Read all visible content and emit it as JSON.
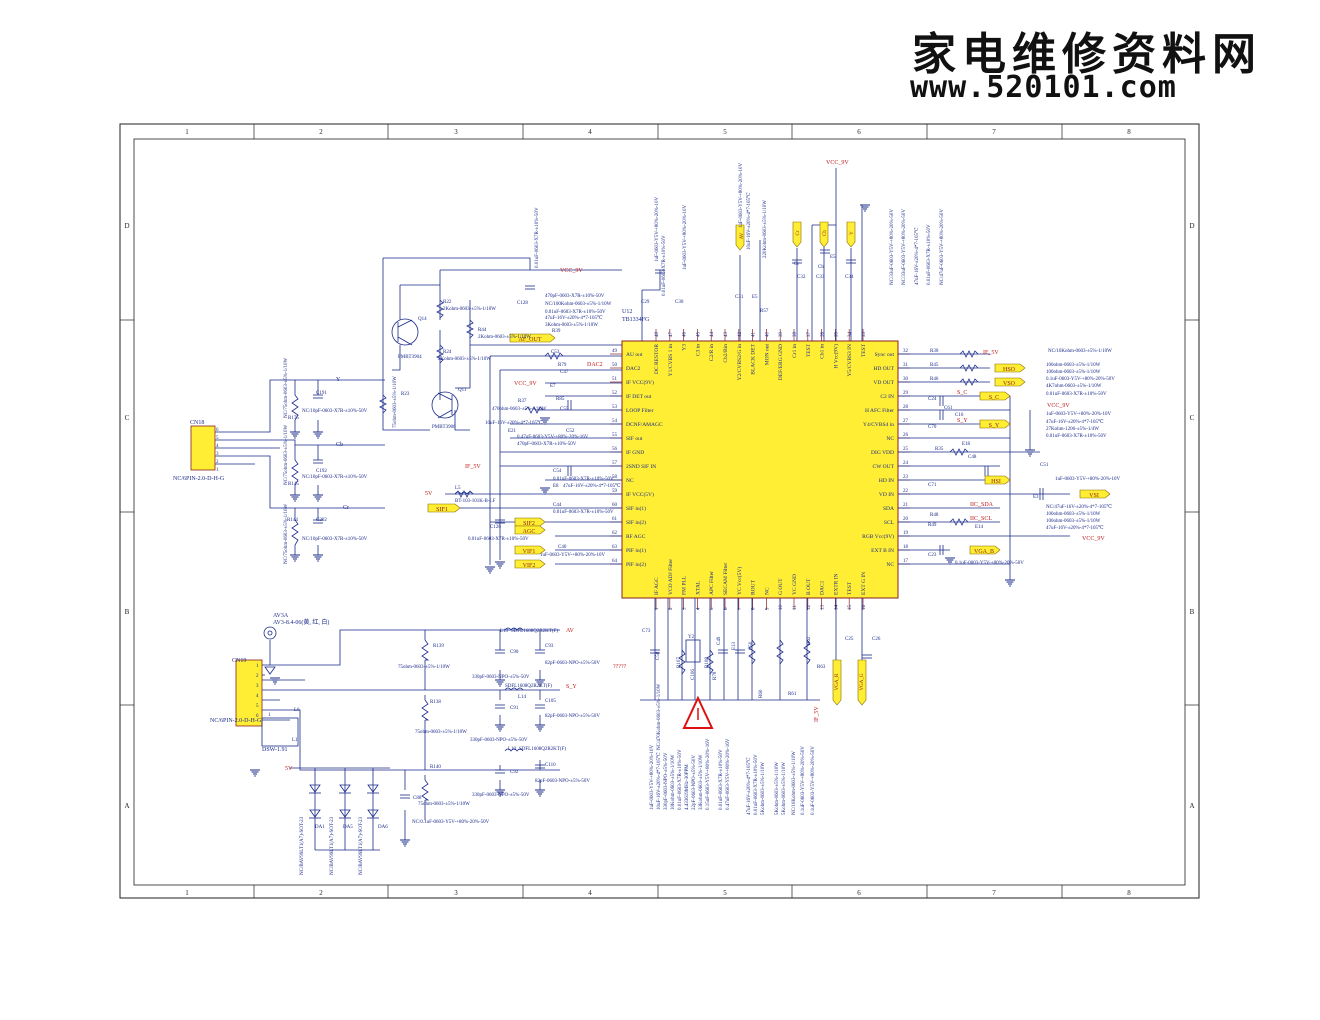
{
  "watermark": {
    "chinese": "家电维修资料网",
    "url": "www.520101.com"
  },
  "colors": {
    "wire": "#1a2a8a",
    "frame": "#222222",
    "flag_fill": "#ffee33",
    "flag_stroke": "#8a6a00",
    "net_red": "#c01818",
    "warn_red": "#dd1111"
  },
  "border": {
    "col_labels": [
      "1",
      "2",
      "3",
      "4",
      "5",
      "6",
      "7",
      "8"
    ],
    "row_labels": [
      "D",
      "C",
      "B",
      "A"
    ]
  },
  "ic": {
    "ref": "U12",
    "part": "TB1334FG",
    "left_pins": [
      {
        "num": "49",
        "name": "AU out"
      },
      {
        "num": "50",
        "name": "DAC2"
      },
      {
        "num": "51",
        "name": "IF VCC(9V)"
      },
      {
        "num": "52",
        "name": "IF DET out"
      },
      {
        "num": "53",
        "name": "LOOP Filter"
      },
      {
        "num": "54",
        "name": "DCNF/AMAGC"
      },
      {
        "num": "55",
        "name": "SIF out"
      },
      {
        "num": "56",
        "name": "IF GND"
      },
      {
        "num": "57",
        "name": "2SND SIF IN"
      },
      {
        "num": "58",
        "name": "NC"
      },
      {
        "num": "59",
        "name": "IF VCC(5V)"
      },
      {
        "num": "60",
        "name": "SIF in(1)"
      },
      {
        "num": "61",
        "name": "SIF in(2)"
      },
      {
        "num": "62",
        "name": "RF AGC"
      },
      {
        "num": "63",
        "name": "PIF in(1)"
      },
      {
        "num": "64",
        "name": "PIF in(2)"
      }
    ],
    "right_pins": [
      {
        "num": "32",
        "name": "Sync out"
      },
      {
        "num": "31",
        "name": "HD OUT"
      },
      {
        "num": "30",
        "name": "VD OUT"
      },
      {
        "num": "29",
        "name": "C2 IN"
      },
      {
        "num": "28",
        "name": "H AFC Filter"
      },
      {
        "num": "27",
        "name": "Y4/CVBS4 in"
      },
      {
        "num": "26",
        "name": "NC"
      },
      {
        "num": "25",
        "name": "DIG VDD"
      },
      {
        "num": "24",
        "name": "CW OUT"
      },
      {
        "num": "23",
        "name": "HD IN"
      },
      {
        "num": "22",
        "name": "VD IN"
      },
      {
        "num": "21",
        "name": "SDA"
      },
      {
        "num": "20",
        "name": "SCL"
      },
      {
        "num": "19",
        "name": "RGB Vcc(9V)"
      },
      {
        "num": "18",
        "name": "EXT B IN"
      },
      {
        "num": "17",
        "name": "NC"
      }
    ],
    "top_pins": [
      {
        "num": "48",
        "name": "DC RESTOR"
      },
      {
        "num": "47",
        "name": "Y1/CVBS 1 in"
      },
      {
        "num": "46",
        "name": "Y3"
      },
      {
        "num": "45",
        "name": "C3 in"
      },
      {
        "num": "44",
        "name": "C2/R in"
      },
      {
        "num": "43",
        "name": "Cb2/Bin"
      },
      {
        "num": "42",
        "name": "Y2/CVBS2/G in"
      },
      {
        "num": "41",
        "name": "BLACK DET"
      },
      {
        "num": "40",
        "name": "MON out"
      },
      {
        "num": "39",
        "name": "DEF/ERG GND"
      },
      {
        "num": "38",
        "name": "Cr1 in"
      },
      {
        "num": "37",
        "name": "TEST"
      },
      {
        "num": "36",
        "name": "Cb1 in"
      },
      {
        "num": "35",
        "name": "H Vcc(9V)"
      },
      {
        "num": "34",
        "name": "Y5/CVBS3 IN"
      },
      {
        "num": "33",
        "name": "TEST"
      }
    ],
    "bottom_pins": [
      {
        "num": "1",
        "name": "IF AGC"
      },
      {
        "num": "2",
        "name": "VCO ADJ Filter"
      },
      {
        "num": "3",
        "name": "FM PLL"
      },
      {
        "num": "4",
        "name": "XTAL"
      },
      {
        "num": "5",
        "name": "APC Filter"
      },
      {
        "num": "6",
        "name": "SECAM Filter"
      },
      {
        "num": "7",
        "name": "YC Vcc(5V)"
      },
      {
        "num": "8",
        "name": "ROUT"
      },
      {
        "num": "9",
        "name": "NC"
      },
      {
        "num": "10",
        "name": "G OUT"
      },
      {
        "num": "11",
        "name": "YC GND"
      },
      {
        "num": "12",
        "name": "B OUT"
      },
      {
        "num": "13",
        "name": "DAC1"
      },
      {
        "num": "14",
        "name": "EXTR IN"
      },
      {
        "num": "15",
        "name": "TEST"
      },
      {
        "num": "16",
        "name": "EXT G IN"
      }
    ]
  },
  "flags": [
    {
      "text": "AF_OUT"
    },
    {
      "text": "SIF1"
    },
    {
      "text": "SIF2"
    },
    {
      "text": "AGC"
    },
    {
      "text": "VIF1"
    },
    {
      "text": "VIF2"
    },
    {
      "text": "HSO"
    },
    {
      "text": "VSO"
    },
    {
      "text": "S_C"
    },
    {
      "text": "S_Y"
    },
    {
      "text": "HSI"
    },
    {
      "text": "VSI"
    },
    {
      "text": "VGA_B"
    },
    {
      "text": "AV"
    },
    {
      "text": "Cr"
    },
    {
      "text": "Cb"
    },
    {
      "text": "Y"
    },
    {
      "text": "VGA_R"
    },
    {
      "text": "VGA_G"
    }
  ],
  "nets": {
    "vcc9_top": "VCC_9V",
    "vcc9_mid": "VCC_9V",
    "vcc9_left": "VCC_9V",
    "vcc9_right": "VCC_9V",
    "vcc9_bottom": "VCC_9V",
    "if5v": "IF_5V",
    "if5v_left": "IF_5V",
    "v5": "5V",
    "v5_bottom": "5V",
    "s_c": "S_C",
    "s_y": "S_Y",
    "sdfl1": "S_Y",
    "av_net": "AV",
    "if_5v_bottom": "IF_5V",
    "ic_sda": "IIC_SDA",
    "ic_scl": "IIC_SCL",
    "dac2": "DAC2",
    "questions": "?????"
  },
  "conn18": {
    "ref": "CN18",
    "part": "NC/6PIN-2.0-D-H-G",
    "pins": [
      "6",
      "5",
      "4",
      "3",
      "2",
      "1"
    ],
    "y_label": "Y",
    "cb_label": "Cb",
    "cr_label": "Cr"
  },
  "conn19": {
    "ref": "CN19",
    "part": "NC/6PIN-2.0-D-H-G",
    "pins": [
      "1",
      "2",
      "3",
      "4",
      "5",
      "6"
    ],
    "av_ref": "AV3A",
    "av_part": "AV3-8.4-06(黄, 红, 白)",
    "sw_ref": "DSW-1.91",
    "sw_pin": "1"
  },
  "labels": {
    "r22": "R22",
    "r22v": "2Kohm-0603-±5%-1/10W",
    "r24": "R24",
    "r24v": "2Kohm-0603-±5%-1/10W",
    "r44": "R44",
    "r44v": "2Kohm-0603-±5%-1/10W",
    "r23": "R23",
    "r23v": "75ohm-0603-±5%-1/10W",
    "q14": "Q14",
    "q14p": "PMBT3904",
    "q11": "Q11",
    "q11p": "PMBT3906",
    "c128": "C128",
    "c128v": "0.01uF-0603-X7R-±10%-50V",
    "c53": "C53",
    "c53v": "470pF-0603-X7R-±10%-50V",
    "r79": "R79",
    "r79v": "NC/100Kohm-0603-±5%-1/10W",
    "c47": "C47",
    "c47v": "0.01uF-0603-X7R-±10%-50V",
    "e7": "E7",
    "e7v": "47uF-16V-±20%-4*7-105℃",
    "r85": "R85",
    "r85v": "3Kohm-0603-±5%-1/10W",
    "r39": "R39",
    "r39v": "100ohm-0603-±5%-1/10W",
    "r37": "R37",
    "r37v": "470ohm-0603-±5%-1/10W",
    "c55": "C55",
    "e21": "E21",
    "e21v": "10uF-16V-±20%-4*7-105℃",
    "c52": "C52",
    "c52v": "0.47uF-0603-Y5V-+80%-20%-16V",
    "c126": "C126",
    "c126v": "470pF-0603-X7R-±10%-50V",
    "c54": "C54",
    "c54v": "0.01uF-0603-X7R-±10%-50V",
    "e8": "E8",
    "e8v": "47uF-16V-±20%-4*7-105℃",
    "c44": "C44",
    "c44v": "0.01uF-0603-X7R-±10%-50V",
    "l5": "L5",
    "l5v": "BT-103-101K-B-LF",
    "c127v": "0.01uF-0603-X7R-±10%-50V",
    "c40": "C40",
    "c40v": "1uF-0603-Y5V-+80%-20%-10V",
    "r175": "R175",
    "c191": "C191",
    "r145": "R145",
    "c192": "C192",
    "r144": "R144",
    "c202": "C202",
    "r175v": "NC/75ohm-0603-±5%-1/10W",
    "c191v": "NC/10pF-0603-X7R-±10%-50V",
    "r145v": "NC/75ohm-0603-±5%-1/10W",
    "c192v": "NC/10pF-0603-X7R-±10%-50V",
    "r144v": "NC/75ohm-0603-±5%-1/10W",
    "c202v": "NC/10pF-0603-X7R-±10%-50V",
    "top_c1v": "0.01uF-0603-X7R-±10%-50V",
    "c29": "C29",
    "c29v": "1uF-0603-Y5V-+80%-20%-10V",
    "c30": "C30",
    "c30v": "1uF-0603-Y5V-+80%-20%-10V",
    "c31": "C31",
    "e5": "E5",
    "r57": "R57",
    "c31v": "1uF-0603-Y5V-+80%-20%-10V",
    "e5v": "10uF-16V-±20%-4*7-105℃",
    "r57v": "220Kohm-0603-±5%-1/10W",
    "c32": "C32",
    "c33": "C33",
    "c34": "C34",
    "e5b": "E5",
    "cr": "Cr",
    "cb": "Cb",
    "c35v": "NC/33uF-0603-Y5V-+80%-20%-50V",
    "c36v": "NC/33uF-0603-Y5V-+80%-20%-50V",
    "e6v": "47uF-16V-±20%-4*7-105℃",
    "c37v": "0.01uF-0603-X7R-±10%-50V",
    "c38v": "NC/47uF-0603-Y5V-+80%-20%-50V",
    "r30": "R30",
    "r30v": "NC/10Kohm-0603-±5%-1/10W",
    "r45": "R45",
    "r45v": "100ohm-0603-±5%-1/10W",
    "r46": "R46",
    "r46v": "100ohm-0603-±5%-1/10W",
    "c24v": "0.1uF-0603-Y5V-+80%-20%-50V",
    "c24": "C24",
    "c61": "C61",
    "c61v": "4K7ohm-0603-±5%-1/10W",
    "c16": "C16",
    "c16v": "0.01uF-0603-X7R-±10%-50V",
    "c70": "C70",
    "c70v": "1uF-0603-Y5V-+80%-20%-10V",
    "e18": "E18",
    "e18v": "47uF-16V-±20%-4*7-105℃",
    "r35": "R35",
    "r35v": "27Kohm-1206-±5%-1/4W",
    "c48": "C48",
    "c48v": "0.01uF-0603-X7R-±10%-50V",
    "c51": "C51",
    "c51v": "1uF-0603-Y5V-+80%-20%-10V",
    "c71": "C71",
    "e3": "E3",
    "e3v": "NC/47uF-16V-±20%-4*7-105℃",
    "r48": "R48",
    "r48v": "100ohm-0603-±5%-1/10W",
    "r49": "R49",
    "r49v": "100ohm-0603-±5%-1/10W",
    "e14": "E14",
    "e14v": "47uF-16V-±20%-4*7-105℃",
    "c23": "C23",
    "c23v": "0.1uF-0603-Y5V-+80%-20%-50V",
    "c73": "C73",
    "c58": "C58",
    "r107": "R107",
    "c106": "C106",
    "y2": "Y2",
    "r108": "R108",
    "c49": "C49",
    "e13": "E13",
    "r78": "R78",
    "c50": "C50",
    "r60": "R60",
    "r61": "R61",
    "r62": "R62",
    "r63": "R63",
    "c25": "C25",
    "c26": "C26",
    "r38v_note": "NC/470Kohm-0603-±5%-1/10W",
    "bot1": "1uF-0603-Y5V-+80%-20%-10V",
    "bot2": "10uF-16V-±20%-4*7-105℃",
    "bot3": "330pF-0603-NPO-±5%-50V",
    "bot4": "10Kohm-0603-±5%-1/10W",
    "bot5": "0.01uF-0603-X7R-±10%-50V",
    "bot6": "4.433619MHz-30PPM",
    "bot7": "22pF-0603-NPO-±5%-50V",
    "bot8": "33Kohm-0603-±5%-1/10W",
    "bot9": "0.15uF-0603-Y5V-+80%-20%-16V",
    "bot10": "0.01uF-0603-X7R-±10%-50V",
    "bot11": "0.47uF-0603-Y5V-+80%-20%-16V",
    "bot12": "47uF-16V-±20%-4*7-105℃",
    "bot13": "0.01uF-0603-X7R-±10%-50V",
    "bot14": "5Kohm-0603-±5%-1/10W",
    "bot15": "5Kohm-0603-±5%-1/10W",
    "bot16": "5Kohm-0603-±5%-1/10W",
    "bot17": "NC/10Kohm-0603-±5%-1/10W",
    "bot18": "0.1uF-0603-Y5V-+80%-20%-50V",
    "bot19": "0.1uF-0603-Y5V-+80%-20%-50V",
    "r139": "R139",
    "r139v": "75ohm-0603-±5%-1/10W",
    "l13": "L13",
    "sdfl_a": "SDFL1608Q2R2KT(F)",
    "c90": "C90",
    "c90v": "330pF-0603-NPO-±5%-50V",
    "c93": "C93",
    "c93v": "82pF-0603-NPO-±5%-50V",
    "r138": "R138",
    "r138v": "75ohm-0603-±5%-1/10W",
    "l14": "L14",
    "sdfl_b": "SDFL1608Q2R2KT(F)",
    "c91": "C91",
    "c91v": "330pF-0603-NPO-±5%-50V",
    "c105": "C105",
    "c105v": "82pF-0603-NPO-±5%-50V",
    "r140": "R140",
    "r140v": "75ohm-0603-±5%-1/10W",
    "l10": "L10",
    "sdfl_c": "SDFL1608Q2R2KT(F)",
    "c92": "C92",
    "c92v": "330pF-0603-NPO-±5%-50V",
    "c110": "C110",
    "c110v": "82pF-0603-NPO-±5%-50V",
    "c88": "C88",
    "c88v": "NC/0.1uF-0603-Y5V-+80%-20%-50V",
    "da1": "DA1",
    "da5": "DA5",
    "da6": "DA6",
    "bav1": "NC/BAV99LT1(A7)-SOT-23",
    "bav2": "NC/BAV99LT1(A7)-SOT-23",
    "bav3": "NC/BAV99LT1(A7)-SOT-23",
    "l6": "L6",
    "l1": "L1"
  }
}
